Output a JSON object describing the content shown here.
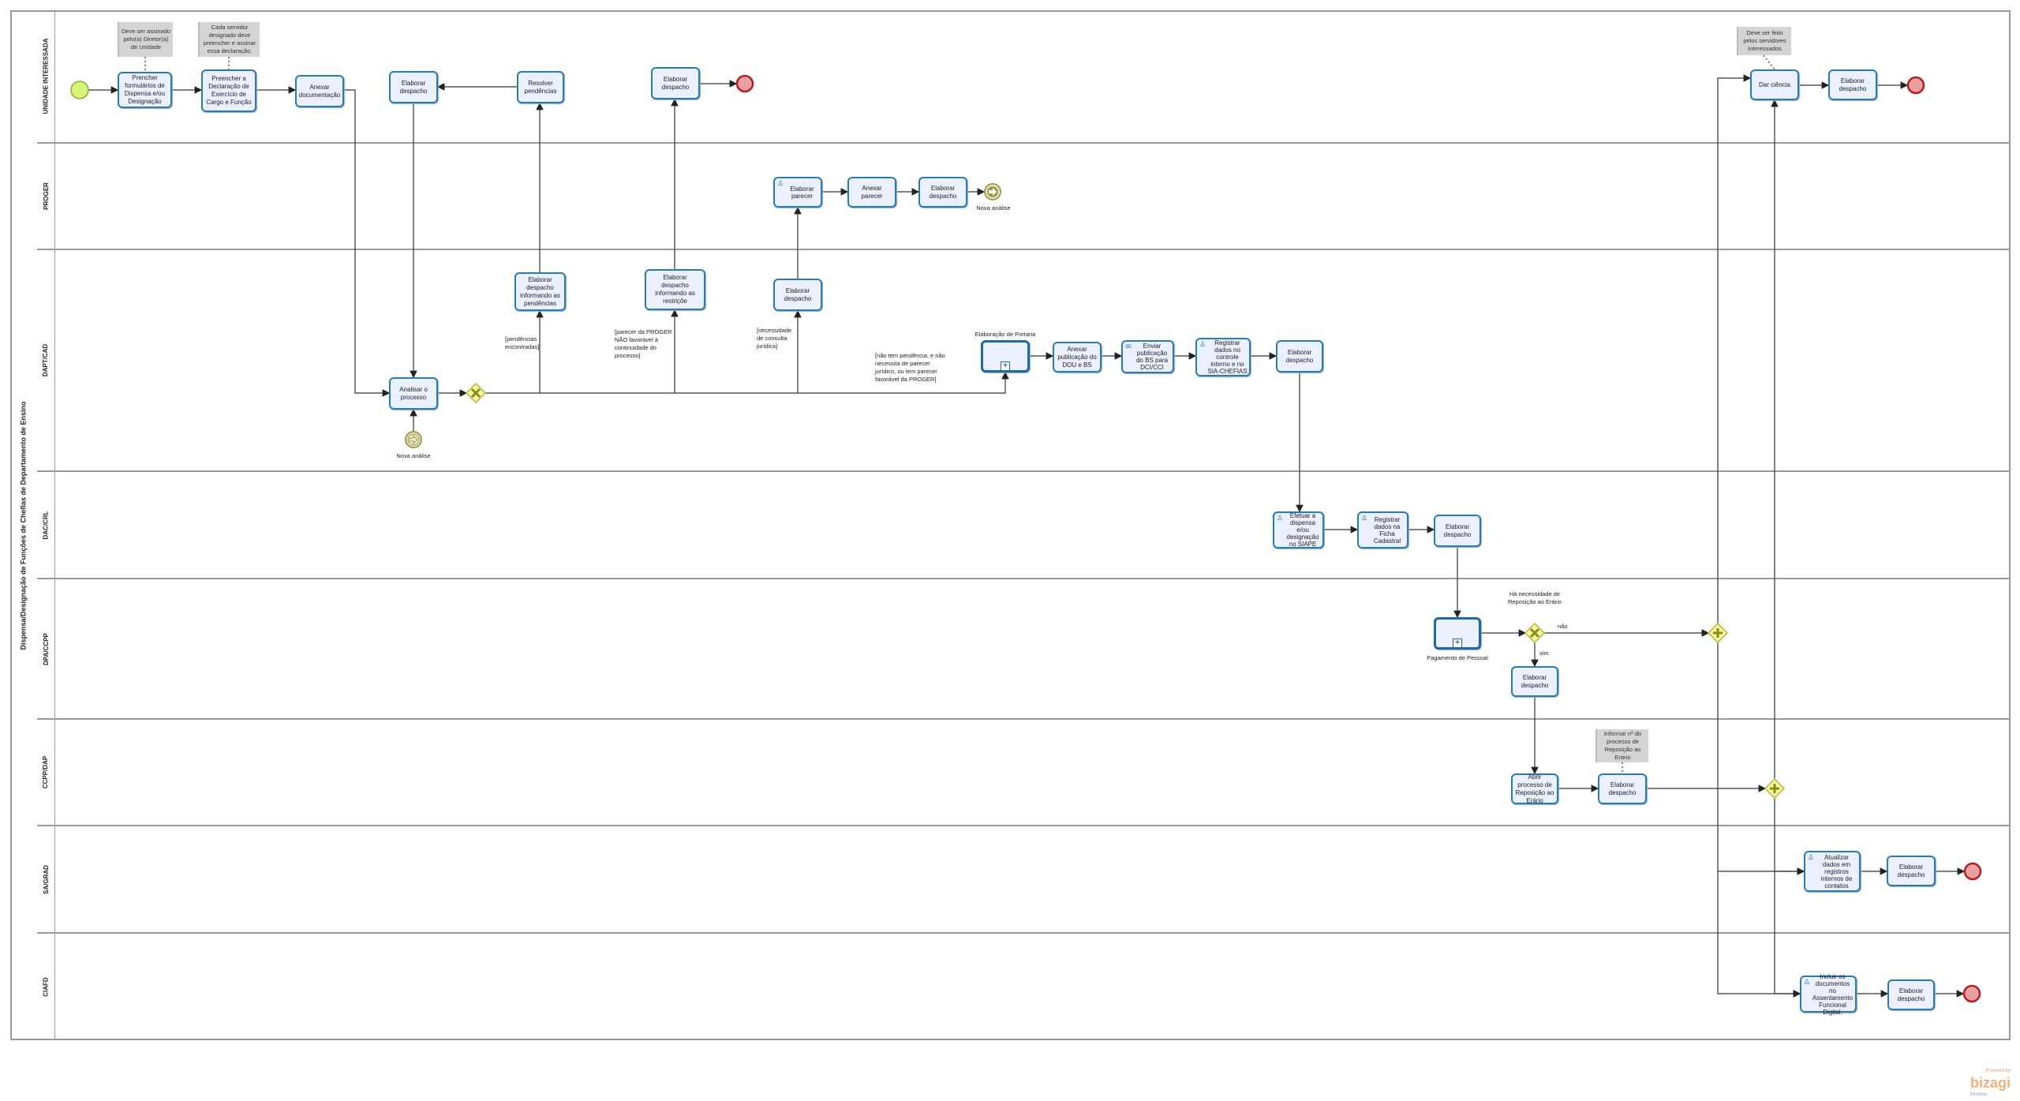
{
  "pool_title": "Dispensa/Designação de Funções de Chefias de Departamento de Ensino",
  "lanes": [
    "UNIDADE INTERESSADA",
    "PROGER",
    "DAPT/CAD",
    "DAC/CRL",
    "DPA/CCPP",
    "CCPP/DAP",
    "SA/GRAD",
    "CIAFD"
  ],
  "annotations": {
    "assinado": "Deve ser assinado pelo(a) Diretor(a) de Unidade",
    "declaracao": "Cada servidor designado deve preencher e assinar essa declaração.",
    "servidores": "Deve ser feito pelos servidores interessados",
    "reposicao": "Informar nº do processo de Reposição ao Erário"
  },
  "tasks": {
    "prencher": "Prencher formulários de Dispensa e/ou Designação",
    "declaracao": "Preencher a Declaração de Exercício de Cargo e Função",
    "anexar_doc": "Anexar documentação",
    "despacho_ui1": "Elaborar despacho",
    "resolver": "Resolver pendências",
    "despacho_ui2": "Elaborar despacho",
    "dar_ciencia": "Dar ciência",
    "despacho_ui3": "Elaborar despacho",
    "elaborar_parecer": "Elaborar parecer",
    "anexar_parecer": "Anexar parecer",
    "despacho_proger": "Elaborar despacho",
    "despacho_pendencias": "Elaborar despacho informando as pendências",
    "despacho_restricoes": "Elaborar despacho informando as restriçõe",
    "despacho_dapt1": "Elaborar despacho",
    "analisar": "Analisar o processo",
    "anexar_publicacao": "Anexar publicação do DOU e BS",
    "enviar_publicacao": "Enviar publicação do BS para DCI/CCI",
    "registrar_controle": "Registrar dados no controle interno e no SIA-CHEFIAS",
    "despacho_dapt2": "Elaborar despacho",
    "efetuar_siape": "Efetuar a dispensa e/ou designação no SIAPE",
    "registrar_ficha": "Registrar dados na Ficha Cadastral",
    "despacho_dac": "Elaborar despacho",
    "despacho_dpa": "Elaborar despacho",
    "abrir_reposicao": "Abrir processo de Reposição ao Erário",
    "despacho_ccpp": "Elaborar despacho",
    "atualizar_contatos": "Atualizar dados em registros internos de contatos",
    "despacho_sa": "Elaborar despacho",
    "incluir_documentos": "Incluir os documentos no Assentamento Funcional Digital.",
    "despacho_ciafd": "Elaborar despacho"
  },
  "subprocesses": {
    "portaria": "Elaboração de Portaria",
    "pagamento": "Pagamento de Pessoal"
  },
  "events": {
    "nova_analise_throw": "Nova análise",
    "nova_analise_catch": "Nova análise"
  },
  "conditions": {
    "pendencias": "[pendências encontradas]",
    "nao_favoravel": "[parecer da PROGER NÃO favorável à continuidade do processo]",
    "consulta": "[necessidade de consulta jurídica]",
    "ok": "[não tem pendência, e não necessita de parecer jurídico, ou tem parecer favorável da PROGER]",
    "gateway_question": "Há necessidade de Reposição ao Erário",
    "nao": "não",
    "sim": "sim"
  },
  "branding": {
    "powered": "Powered by",
    "name": "bizagi",
    "product": "Modeler"
  },
  "colors": {
    "task_border": "#2b7bb3",
    "task_fill": "#eaf0fd",
    "start": "#d8f27a",
    "end": "#e8a0a0",
    "gateway": "#f5f5a8"
  }
}
